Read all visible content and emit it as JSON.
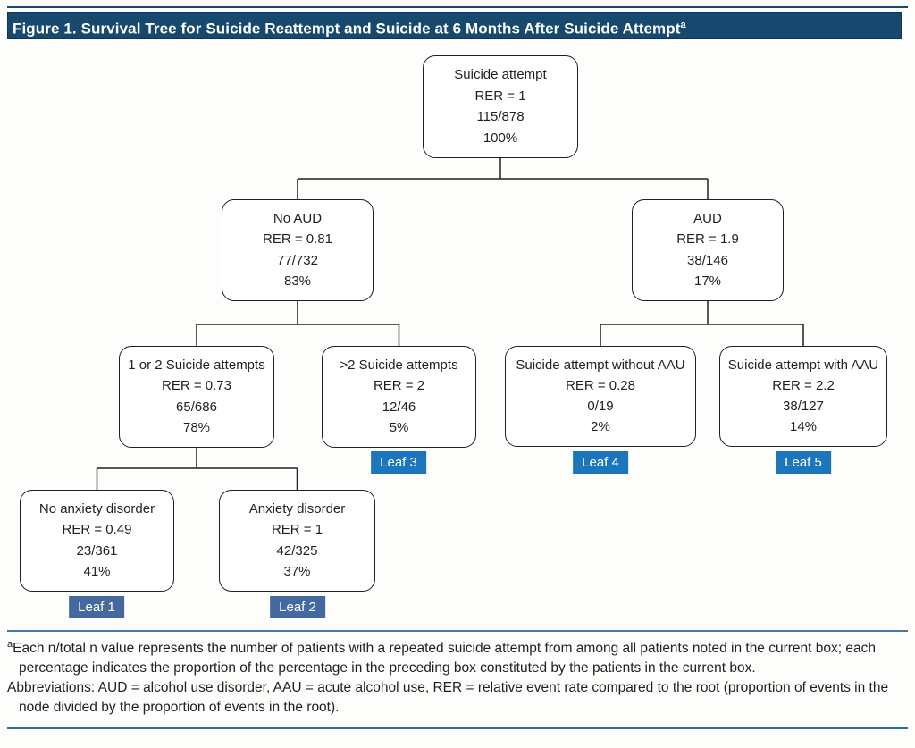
{
  "colors": {
    "title_bar_blue": "#17496f",
    "leaf_badge_blue_bright": "#1b76bc",
    "leaf_badge_blue_muted": "#44699f",
    "footnote_rule_top_blue": "#4577a7",
    "footnote_rule_bottom_blue": "#2d6ba3",
    "node_border": "#231f20"
  },
  "header": {
    "title": "Figure 1. Survival Tree for Suicide Reattempt and Suicide at 6 Months After Suicide Attempt",
    "title_superscript": "a"
  },
  "tree": {
    "nodes": {
      "root": {
        "label": "Suicide attempt",
        "rer": "RER = 1",
        "n_total": "115/878",
        "percent": "100%",
        "children": [
          "no_aud",
          "aud"
        ]
      },
      "no_aud": {
        "label": "No AUD",
        "rer": "RER = 0.81",
        "n_total": "77/732",
        "percent": "83%",
        "children": [
          "attempts_1or2",
          "attempts_gt2"
        ]
      },
      "aud": {
        "label": "AUD",
        "rer": "RER = 1.9",
        "n_total": "38/146",
        "percent": "17%",
        "children": [
          "without_aau",
          "with_aau"
        ]
      },
      "attempts_1or2": {
        "label": "1 or 2 Suicide attempts",
        "rer": "RER = 0.73",
        "n_total": "65/686",
        "percent": "78%",
        "children": [
          "no_anxiety",
          "anxiety"
        ]
      },
      "attempts_gt2": {
        "label": ">2 Suicide attempts",
        "rer": "RER = 2",
        "n_total": "12/46",
        "percent": "5%",
        "leaf": "Leaf 3"
      },
      "without_aau": {
        "label": "Suicide attempt without AAU",
        "rer": "RER = 0.28",
        "n_total": "0/19",
        "percent": "2%",
        "leaf": "Leaf 4"
      },
      "with_aau": {
        "label": "Suicide attempt with AAU",
        "rer": "RER = 2.2",
        "n_total": "38/127",
        "percent": "14%",
        "leaf": "Leaf 5"
      },
      "no_anxiety": {
        "label": "No anxiety disorder",
        "rer": "RER = 0.49",
        "n_total": "23/361",
        "percent": "41%",
        "leaf": "Leaf 1"
      },
      "anxiety": {
        "label": "Anxiety disorder",
        "rer": "RER = 1",
        "n_total": "42/325",
        "percent": "37%",
        "leaf": "Leaf 2"
      }
    }
  },
  "footnotes": {
    "a_marker": "a",
    "a_text": "Each n/total n value represents the number of patients with a repeated suicide attempt from among all patients noted in the current box; each percentage indicates the proportion of the percentage in the preceding box constituted by the patients in the current box.",
    "abbreviations": "Abbreviations: AUD = alcohol use disorder, AAU = acute alcohol use, RER = relative event rate compared to the root (proportion of events in the node divided by the proportion of events in the root)."
  }
}
